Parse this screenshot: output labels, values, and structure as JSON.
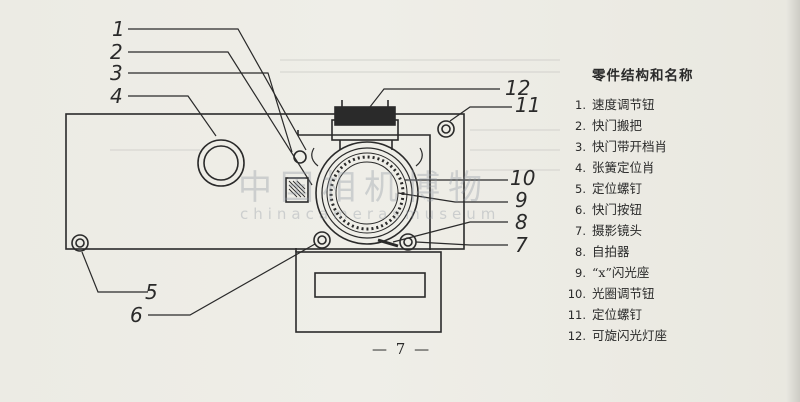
{
  "watermark": {
    "cn": "中国相机博物",
    "en": "chinacamerasmuseum"
  },
  "callouts": [
    "1",
    "2",
    "3",
    "4",
    "5",
    "6",
    "7",
    "8",
    "9",
    "10",
    "11",
    "12"
  ],
  "parts_list": {
    "title": "零件结构和名称",
    "items": [
      {
        "num": "1.",
        "label": "速度调节钮"
      },
      {
        "num": "2.",
        "label": "快门搬把"
      },
      {
        "num": "3.",
        "label": "快门带开档肖"
      },
      {
        "num": "4.",
        "label": "张簧定位肖"
      },
      {
        "num": "5.",
        "label": "定位螺钉"
      },
      {
        "num": "6.",
        "label": "快门按钮"
      },
      {
        "num": "7.",
        "label": "摄影镜头"
      },
      {
        "num": "8.",
        "label": "自拍器"
      },
      {
        "num": "9.",
        "label": "“x”闪光座"
      },
      {
        "num": "10.",
        "label": "光圈调节钮"
      },
      {
        "num": "11.",
        "label": "定位螺钉"
      },
      {
        "num": "12.",
        "label": "可旋闪光灯座"
      }
    ]
  },
  "page_number": "— 7 —",
  "colors": {
    "ink": "#2a2a2a",
    "paper": "#ecebe4",
    "watermark": "#8c96a0"
  }
}
